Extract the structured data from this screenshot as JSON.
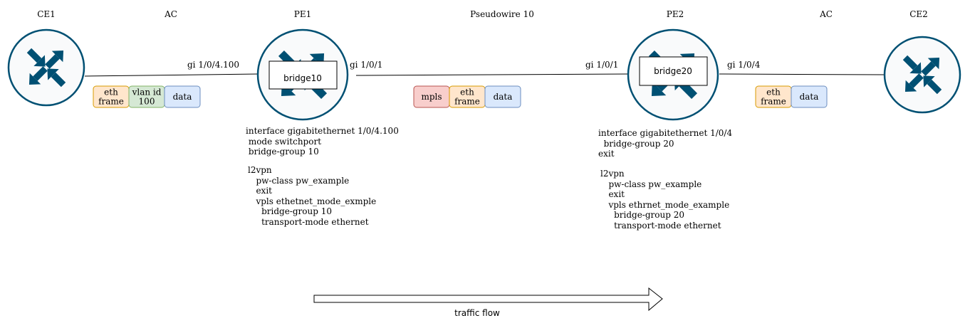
{
  "devices": {
    "ce1": {
      "name": "CE1"
    },
    "pe1": {
      "name": "PE1",
      "bridge": "bridge10"
    },
    "pe2": {
      "name": "PE2",
      "bridge": "bridge20"
    },
    "ce2": {
      "name": "CE2"
    }
  },
  "links": {
    "ac_left": {
      "label": "AC",
      "pe_port": "gi 1/0/4.100"
    },
    "pseudowire": {
      "label": "Pseudowire 10",
      "pe1_port": "gi 1/0/1",
      "pe2_port": "gi 1/0/1"
    },
    "ac_right": {
      "label": "AC",
      "pe_port": "gi 1/0/4"
    }
  },
  "frames": {
    "left": [
      "eth\nframe",
      "vlan id\n100",
      "data"
    ],
    "middle": [
      "mpls",
      "eth\nframe",
      "data"
    ],
    "right": [
      "eth\nframe",
      "data"
    ]
  },
  "frame_colors": {
    "eth": {
      "fill": "#ffe6cc",
      "stroke": "#d79b00"
    },
    "vlan": {
      "fill": "#d5e8d4",
      "stroke": "#82b366"
    },
    "data": {
      "fill": "#dae8fc",
      "stroke": "#6c8ebf"
    },
    "mpls": {
      "fill": "#f8cecc",
      "stroke": "#b85450"
    }
  },
  "router_icon": {
    "name": "router-icon",
    "ring_color": "#005073",
    "fill": "#f9fafb"
  },
  "config": {
    "pe1_interface": "interface gigabitethernet 1/0/4.100\n mode switchport\n bridge-group 10",
    "pe1_l2vpn": "l2vpn\n   pw-class pw_example\n   exit\n   vpls ethetnet_mode_exmple\n     bridge-group 10\n     transport-mode ethernet",
    "pe2_interface": "interface gigabitethernet 1/0/4\n  bridge-group 20\nexit",
    "pe2_l2vpn": "l2vpn\n   pw-class pw_example\n   exit\n   vpls ethrnet_mode_example\n     bridge-group 20\n     transport-mode ethernet"
  },
  "traffic": {
    "label": "traffic flow"
  }
}
